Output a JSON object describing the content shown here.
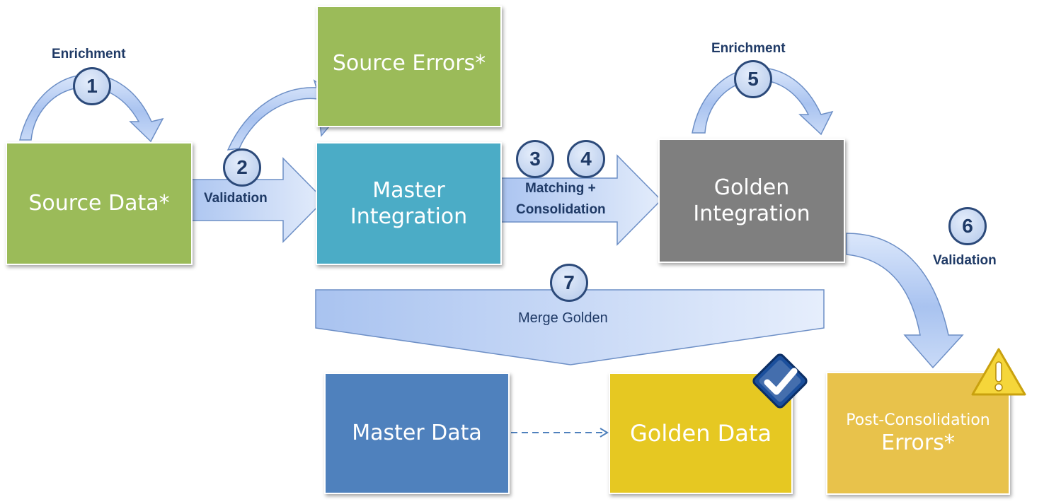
{
  "boxes": {
    "source_data": "Source Data*",
    "source_errors": "Source Errors*",
    "master_integration_line1": "Master",
    "master_integration_line2": "Integration",
    "golden_integration_line1": "Golden",
    "golden_integration_line2": "Integration",
    "post_consolidation_line1": "Post-Consolidation",
    "post_consolidation_line2": "Errors*",
    "master_data": "Master Data",
    "golden_data": "Golden Data"
  },
  "steps": [
    "1",
    "2",
    "3",
    "4",
    "5",
    "6",
    "7"
  ],
  "labels": {
    "enrichment_1": "Enrichment",
    "validation_2": "Validation",
    "matching_line1": "Matching +",
    "matching_line2": "Consolidation",
    "enrichment_5": "Enrichment",
    "validation_6": "Validation",
    "merge_golden": "Merge Golden"
  },
  "icons": {
    "golden_data_badge": "checkmark-icon",
    "errors_badge": "warning-icon"
  },
  "colors": {
    "source_green": "#9bbb59",
    "master_teal": "#4bacc6",
    "golden_gray": "#7f7f7f",
    "post_consolidation_gold": "#e8c24b",
    "master_data_blue": "#4f81bd",
    "golden_data_yellow": "#e6c822",
    "arrow_blue": "#b4ccf2",
    "label_navy": "#1f3a66"
  }
}
